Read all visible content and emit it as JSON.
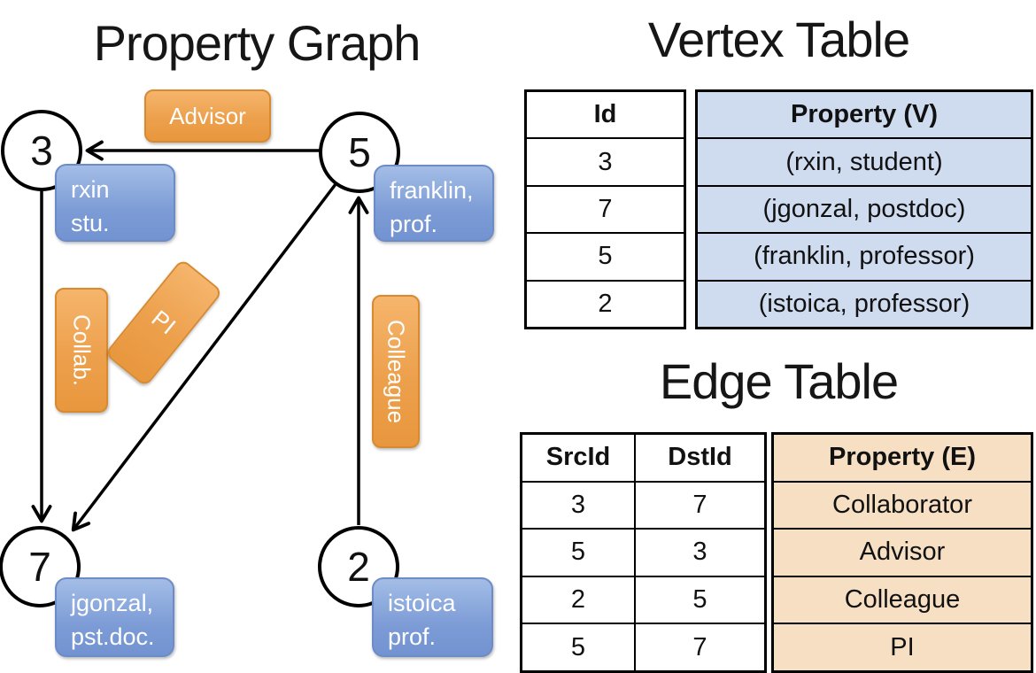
{
  "graph": {
    "title": "Property Graph",
    "nodes": [
      {
        "id": "3",
        "prop_line1": "rxin",
        "prop_line2": "stu."
      },
      {
        "id": "5",
        "prop_line1": "franklin,",
        "prop_line2": "prof."
      },
      {
        "id": "7",
        "prop_line1": "jgonzal,",
        "prop_line2": "pst.doc."
      },
      {
        "id": "2",
        "prop_line1": "istoica",
        "prop_line2": "prof."
      }
    ],
    "edge_labels": {
      "advisor": "Advisor",
      "collab": "Collab.",
      "pi": "PI",
      "colleague": "Colleague"
    }
  },
  "vertex_table": {
    "title": "Vertex Table",
    "columns": {
      "id": "Id",
      "property": "Property (V)"
    },
    "rows": [
      {
        "id": "3",
        "property": "(rxin, student)"
      },
      {
        "id": "7",
        "property": "(jgonzal, postdoc)"
      },
      {
        "id": "5",
        "property": "(franklin, professor)"
      },
      {
        "id": "2",
        "property": "(istoica, professor)"
      }
    ]
  },
  "edge_table": {
    "title": "Edge Table",
    "columns": {
      "src": "SrcId",
      "dst": "DstId",
      "property": "Property (E)"
    },
    "rows": [
      {
        "src": "3",
        "dst": "7",
        "property": "Collaborator"
      },
      {
        "src": "5",
        "dst": "3",
        "property": "Advisor"
      },
      {
        "src": "2",
        "dst": "5",
        "property": "Colleague"
      },
      {
        "src": "5",
        "dst": "7",
        "property": "PI"
      }
    ]
  },
  "colors": {
    "edge_label_orange": "#eda04c",
    "vertex_label_blue": "#7d9cd6",
    "vertex_table_fill": "#cfdcf0",
    "edge_table_fill": "#f6dfc3",
    "line_black": "#000000"
  }
}
